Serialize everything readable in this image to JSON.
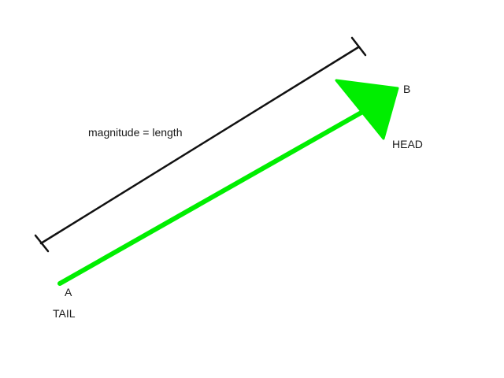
{
  "labels": {
    "magnitude": "magnitude = length",
    "point_b": "B",
    "head": "HEAD",
    "point_a": "A",
    "tail": "TAIL"
  },
  "colors": {
    "vector": "#00ee00",
    "measure_line": "#111111",
    "text": "#1a1a1a",
    "background": "#ffffff"
  }
}
